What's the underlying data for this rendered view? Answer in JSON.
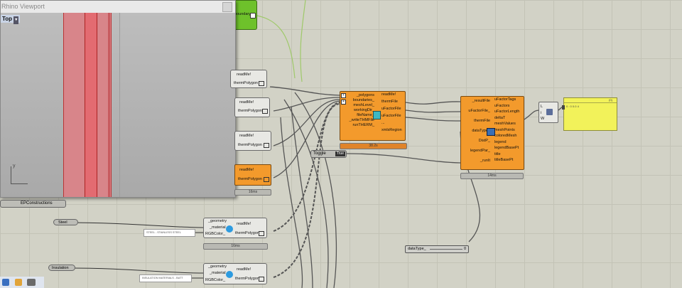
{
  "viewport": {
    "title": "Rhino Viewport",
    "view_label": "Top",
    "axis_label": "y"
  },
  "left_params": {
    "epconstructions": "EPConstructions",
    "boundary": "boundary"
  },
  "read_components": [
    {
      "in": "",
      "out1": "readMe!",
      "out2": "thermPolygon"
    },
    {
      "in": "",
      "out1": "readMe!",
      "out2": "thermPolygon"
    },
    {
      "in": "",
      "out1": "readMe!",
      "out2": "thermPolygon"
    },
    {
      "in": "",
      "out1": "readMe!",
      "out2": "thermPolygon"
    }
  ],
  "status_labels": {
    "therm1": "16ms",
    "therm2": "16ms",
    "main": "38.2s",
    "results": "14ms"
  },
  "main_component": {
    "inputs": [
      "_polygons",
      "boundaries_",
      "meshLevel_",
      "workingDir_",
      "fileName_",
      "_writeTHMFile",
      "runTHERM_"
    ],
    "outputs": [
      "readMe!",
      "thermFile",
      "uFactorFile",
      "uFactorFile",
      "...",
      "xmlsRegion"
    ]
  },
  "toggle": {
    "label": "Toggle",
    "value": "True"
  },
  "result_component": {
    "inputs": [
      "_resultFile",
      "uFactorFile_",
      "thermFile",
      "dataType_",
      "DistP_",
      "legendPar_",
      "_runIt"
    ],
    "outputs": [
      "uFactorTags",
      "uFactors",
      "uFactorLength",
      "deltaT",
      "meshValues",
      "meshPoints",
      "coloredMesh",
      "legend",
      "legendBasePt",
      "title",
      "titleBasePt"
    ]
  },
  "list_item": {
    "ports": [
      "L",
      "i",
      "W"
    ]
  },
  "panel": {
    "header": "{0}",
    "content": "0 : 0 0.0 4"
  },
  "param_steel": "Steel",
  "param_insulation": "Insulation",
  "material_components": [
    {
      "inputs": [
        "_geometry",
        "_material",
        "RGBColor_"
      ],
      "outputs": [
        "readMe!",
        "thermPolygon"
      ]
    },
    {
      "inputs": [
        "_geometry",
        "_material",
        "RGBColor_"
      ],
      "outputs": [
        "readMe!",
        "thermPolygon"
      ]
    }
  ],
  "material_panels": [
    "STEEL - STAINLESS STEEL",
    "INSULATION MATERIALS - BATT"
  ],
  "datatype_slider": {
    "label": "dataType_",
    "value": "0"
  },
  "colors": {
    "orange": "#f39a2c",
    "green": "#6ec12b",
    "yellow": "#f2f25a",
    "canvas": "#d2d2c6"
  }
}
